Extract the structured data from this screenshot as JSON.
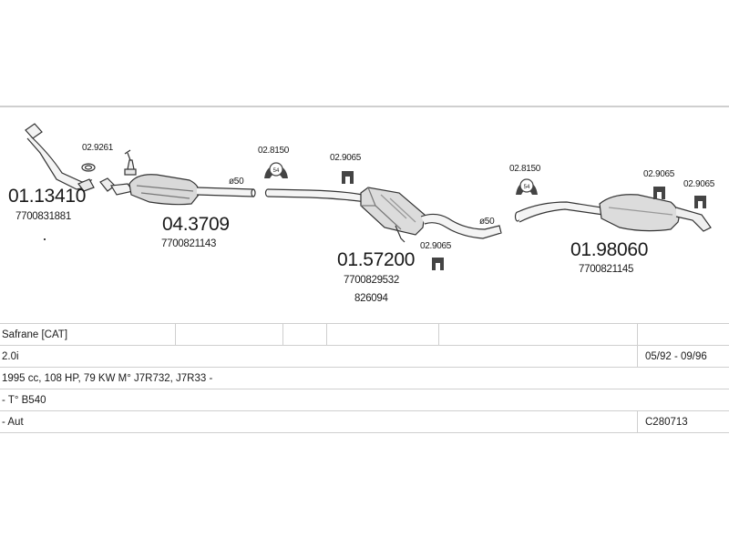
{
  "parts": [
    {
      "number": "01.13410",
      "oem": "7700831881"
    },
    {
      "number": "04.3709",
      "oem": "7700821143"
    },
    {
      "number": "01.57200",
      "oem": "7700829532",
      "alt": "826094"
    },
    {
      "number": "01.98060",
      "oem": "7700821145"
    }
  ],
  "accessories": [
    {
      "code": "02.9261"
    },
    {
      "code": "02.8150"
    },
    {
      "code": "02.9065"
    },
    {
      "code": "02.9065"
    },
    {
      "code": "02.8150"
    },
    {
      "code": "02.9065"
    },
    {
      "code": "02.9065"
    }
  ],
  "pipe_diameters": [
    "ø50",
    "ø50"
  ],
  "clamp_mark": "54",
  "table": {
    "model": "Safrane  [CAT]",
    "engine": "2.0i",
    "years": "05/92 - 09/96",
    "specs": "1995 cc, 108 HP, 79 KW M° J7R732, J7R33 -",
    "type": "- T° B540",
    "gearbox": "- Aut",
    "code": "C280713"
  }
}
